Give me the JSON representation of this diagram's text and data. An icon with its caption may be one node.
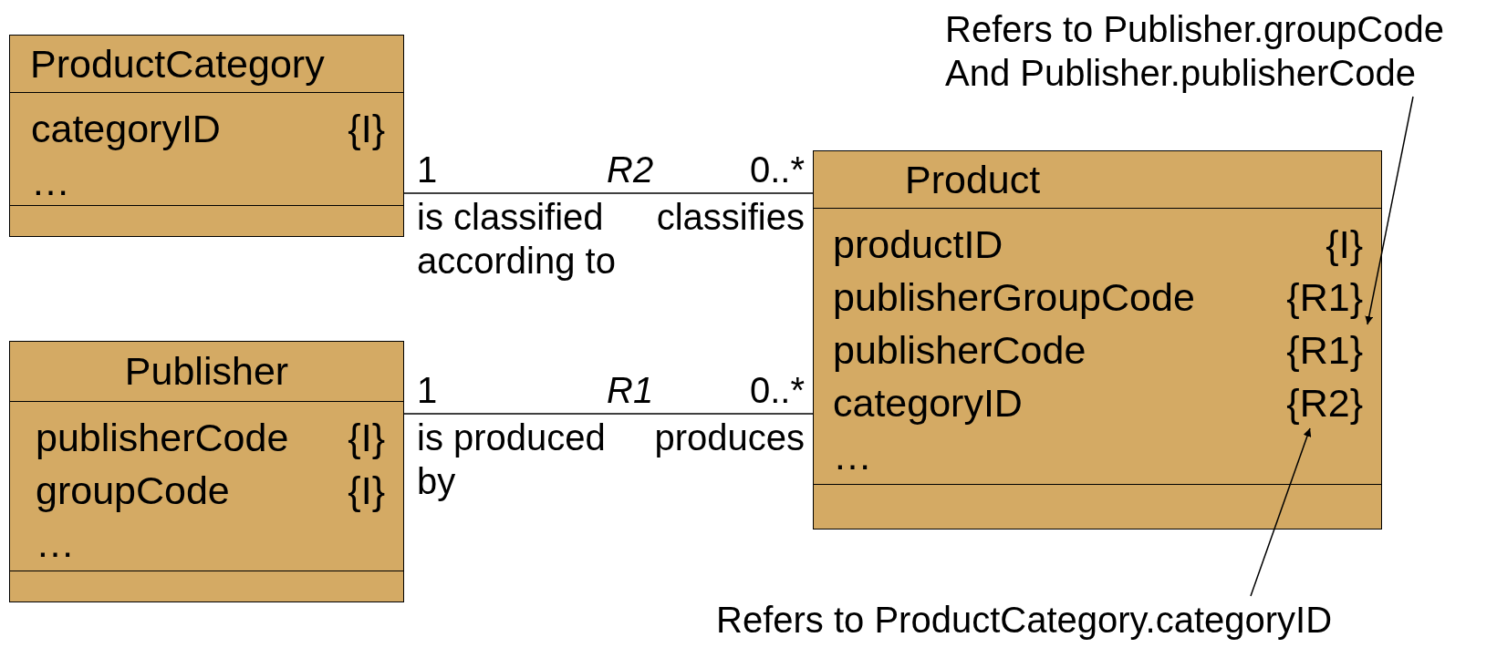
{
  "diagram": {
    "nodes": [
      {
        "text": [
          "ProductCategory",
          "categoryID",
          "{I}",
          "…"
        ]
      },
      {
        "text": [
          "Publisher",
          "publisherCode",
          "{I}",
          "groupCode",
          "{I}",
          "…"
        ]
      },
      {
        "text": [
          "Product",
          "productID",
          "{I}",
          "publisherGroupCode",
          "{R1}",
          "publisherCode",
          "{R1}",
          "categoryID",
          "{R2}",
          "…"
        ]
      },
      {
        "text": [
          "Refers to Publisher.groupCode And Publisher.publisherCode"
        ]
      },
      {
        "text": [
          "Refers to ProductCategory.categoryID"
        ]
      }
    ],
    "edges": [
      {
        "from": 0,
        "to": 2,
        "arrow": "none",
        "label": "R2"
      },
      {
        "from": 1,
        "to": 2,
        "arrow": "none",
        "label": "R1"
      },
      {
        "from": 3,
        "to": 2,
        "arrow": "to"
      },
      {
        "from": 4,
        "to": 2,
        "arrow": "to"
      }
    ],
    "labels": [
      "1",
      "0..*",
      "is classified according to",
      "classifies",
      "1",
      "0..*",
      "is produced by",
      "produces"
    ]
  }
}
